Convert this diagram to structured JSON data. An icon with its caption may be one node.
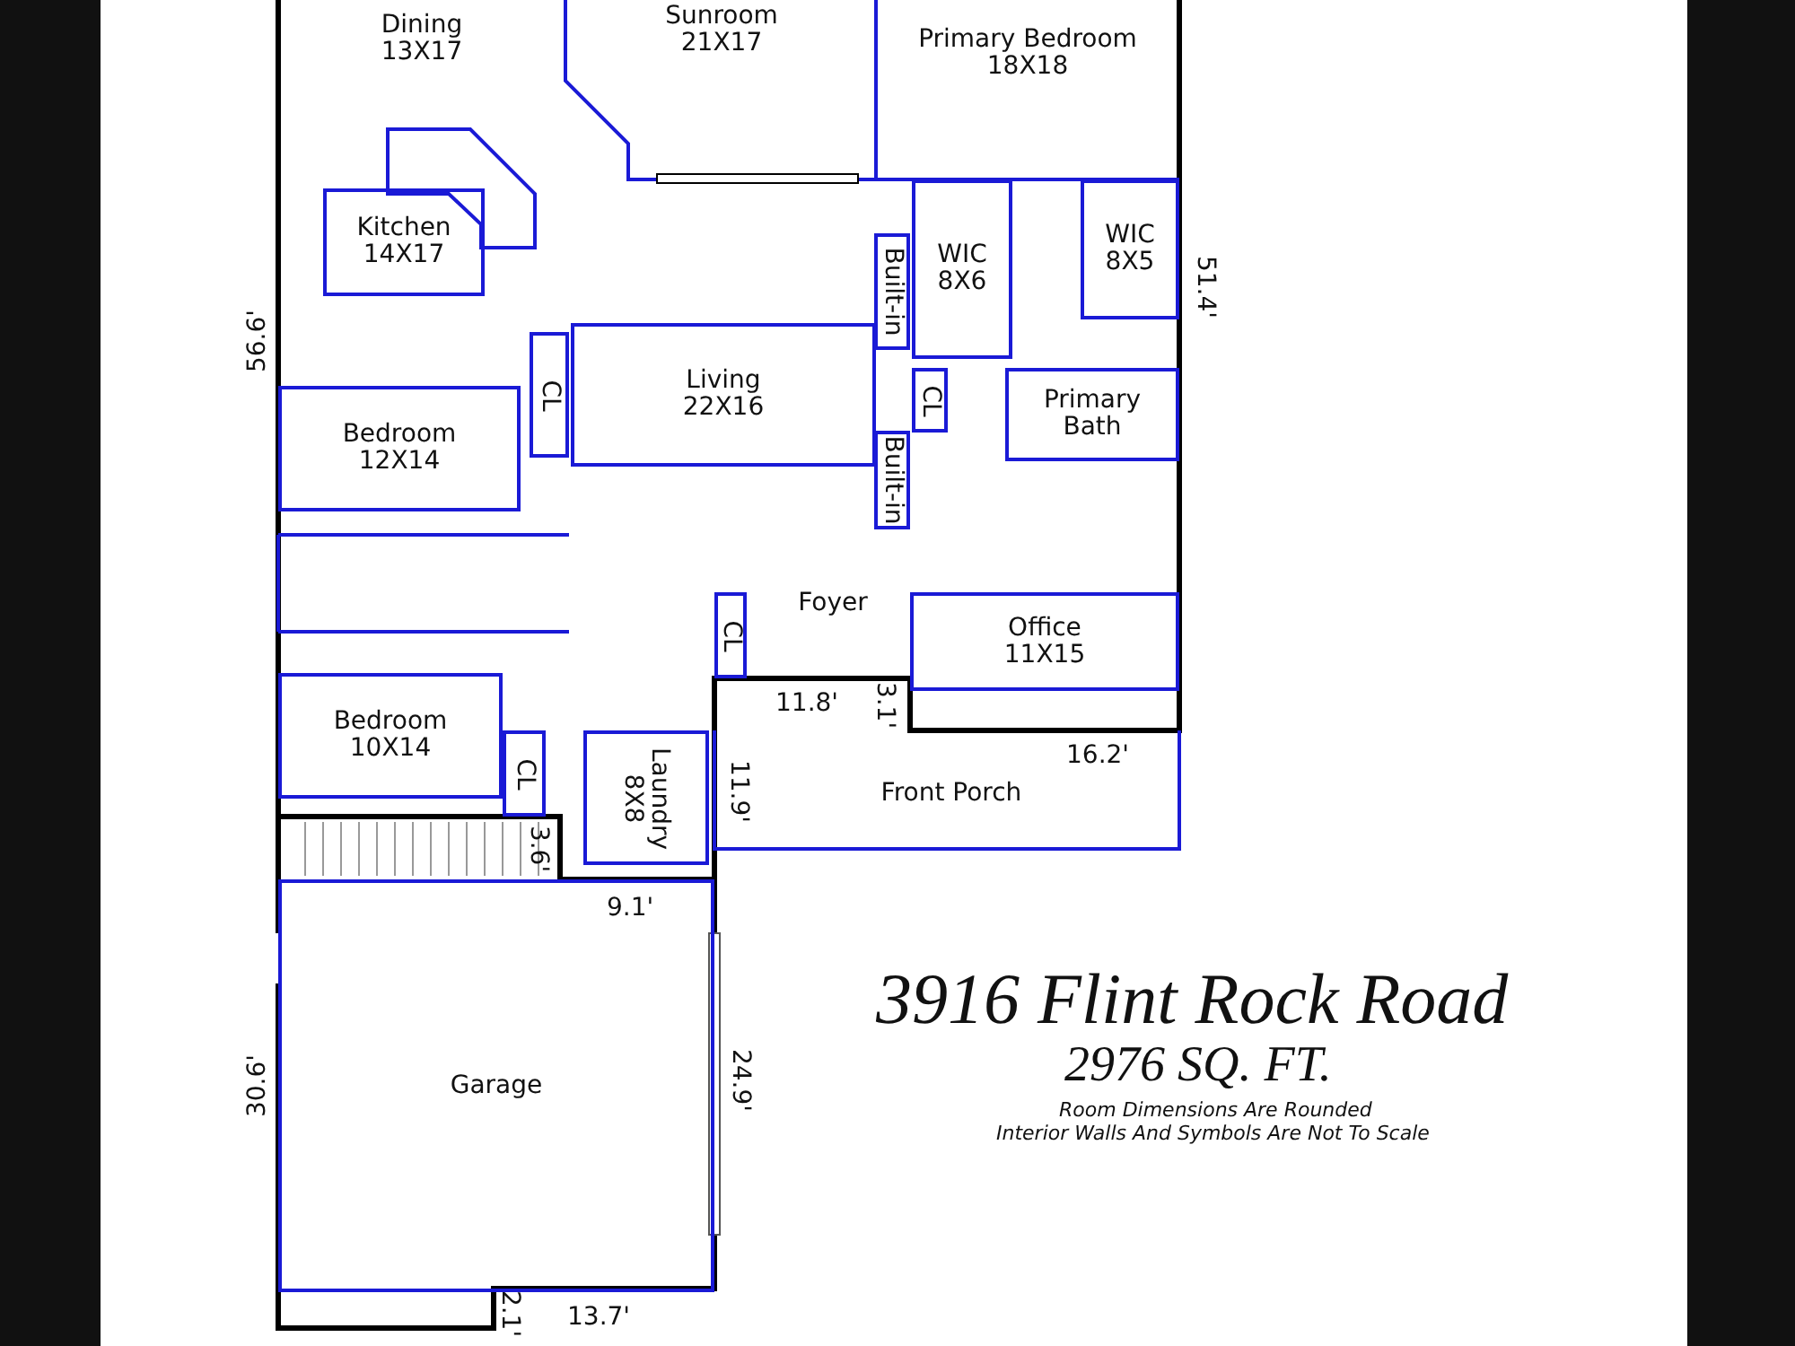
{
  "diagram": {
    "title": "3916 Flint Rock Road",
    "nodes": [
      {
        "text": [
          "Dining",
          "13X17"
        ]
      },
      {
        "text": [
          "Sunroom",
          "21X17"
        ]
      },
      {
        "text": [
          "Primary Bedroom",
          "18X18"
        ]
      },
      {
        "text": [
          "Kitchen",
          "14X17"
        ]
      },
      {
        "text": [
          "WIC",
          "8X6"
        ]
      },
      {
        "text": [
          "WIC",
          "8X5"
        ]
      },
      {
        "text": [
          "Built-in"
        ]
      },
      {
        "text": [
          "CL"
        ]
      },
      {
        "text": [
          "Living",
          "22X16"
        ]
      },
      {
        "text": [
          "CL"
        ]
      },
      {
        "text": [
          "Primary Bath"
        ]
      },
      {
        "text": [
          "Bedroom",
          "12X14"
        ]
      },
      {
        "text": [
          "Built-in"
        ]
      },
      {
        "text": [
          "Foyer"
        ]
      },
      {
        "text": [
          "CL"
        ]
      },
      {
        "text": [
          "Office",
          "11X15"
        ]
      },
      {
        "text": [
          "Bedroom",
          "10X14"
        ]
      },
      {
        "text": [
          "CL"
        ]
      },
      {
        "text": [
          "Laundry",
          "8X8"
        ]
      },
      {
        "text": [
          "Front Porch"
        ]
      },
      {
        "text": [
          "Garage"
        ]
      }
    ],
    "labels": [
      "56.6'",
      "51.4'",
      "11.8'",
      "3.1'",
      "16.2'",
      "11.9'",
      "3.6'",
      "9.1'",
      "2976 SQ. FT.",
      "Room Dimensions Are Rounded",
      "Interior Walls And Symbols Are Not To Scale",
      "30.6'",
      "24.9'",
      "2.1'",
      "13.7'"
    ]
  }
}
